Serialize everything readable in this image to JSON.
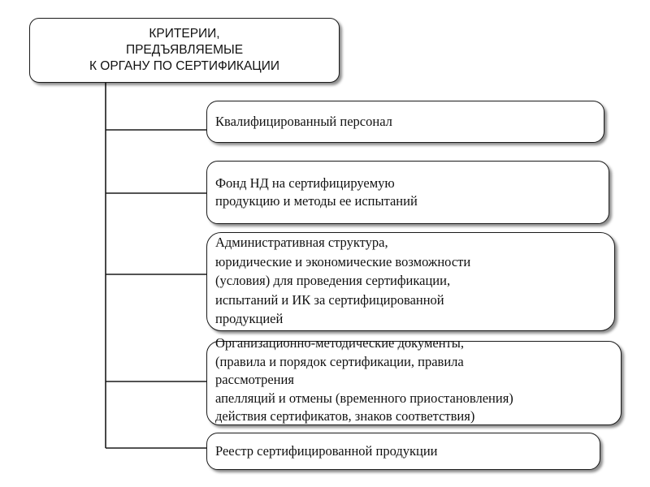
{
  "root": {
    "lines": [
      "КРИТЕРИИ,",
      "ПРЕДЪЯВЛЯЕМЫЕ",
      "К ОРГАНУ ПО СЕРТИФИКАЦИИ"
    ]
  },
  "items": [
    {
      "lines": [
        "Квалифицированный персонал"
      ]
    },
    {
      "lines": [
        "Фонд НД на сертифицируемую",
        "продукцию и методы ее испытаний"
      ]
    },
    {
      "lines": [
        "Административная структура,",
        "юридические и экономические возможности",
        "(условия) для проведения сертификации,",
        "испытаний и ИК за сертифицированной",
        "продукцией"
      ]
    },
    {
      "lines": [
        "Организационно-методические документы,",
        "(правила и порядок сертификации, правила",
        "рассмотрения",
        "апелляций и отмены (временного приостановления)",
        "действия сертификатов, знаков соответствия)"
      ]
    },
    {
      "lines": [
        "Реестр сертифицированной продукции"
      ]
    }
  ]
}
